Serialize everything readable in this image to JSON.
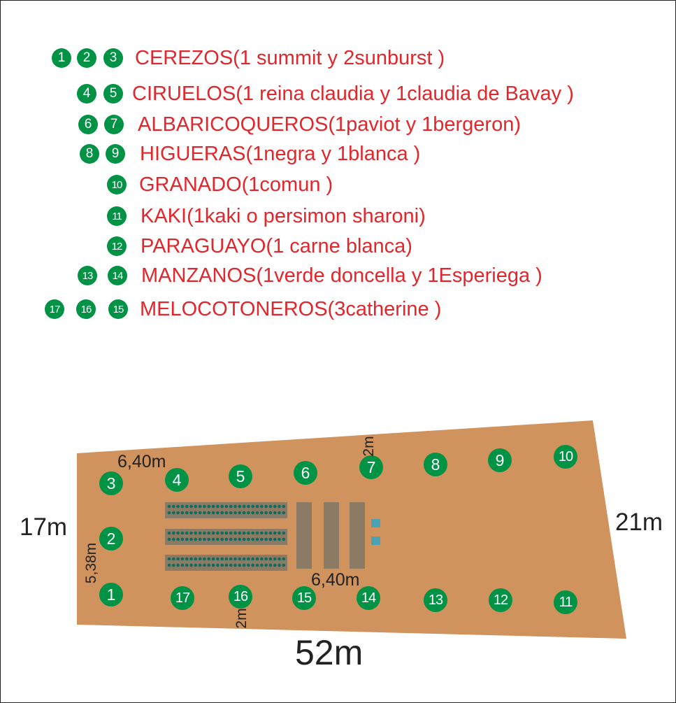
{
  "legend": [
    {
      "markers": [
        "1",
        "2",
        "3"
      ],
      "text": "CEREZOS(1 summit y 2sunburst )"
    },
    {
      "markers": [
        "4",
        "5"
      ],
      "text": "CIRUELOS(1 reina claudia y 1claudia de Bavay )"
    },
    {
      "markers": [
        "6",
        "7"
      ],
      "text": "ALBARICOQUEROS(1paviot y 1bergeron)"
    },
    {
      "markers": [
        "8",
        "9"
      ],
      "text": "HIGUERAS(1negra  y 1blanca )"
    },
    {
      "markers": [
        "10"
      ],
      "text": "GRANADO(1comun  )"
    },
    {
      "markers": [
        "11"
      ],
      "text": "KAKI(1kaki o persimon sharoni)"
    },
    {
      "markers": [
        "12"
      ],
      "text": "PARAGUAYO(1 carne blanca)"
    },
    {
      "markers": [
        "13",
        "14"
      ],
      "text": "MANZANOS(1verde doncella y 1Esperiega )"
    },
    {
      "markers": [
        "17",
        "16",
        "15"
      ],
      "text": "MELOCOTONEROS(3catherine )"
    }
  ],
  "plan": {
    "trees_top": [
      "3",
      "4",
      "5",
      "6",
      "7",
      "8",
      "9",
      "10"
    ],
    "trees_left": [
      "2",
      "1"
    ],
    "trees_bottom": [
      "17",
      "16",
      "15",
      "14",
      "13",
      "12",
      "11"
    ],
    "dimensions": {
      "top_spacing": "6,40m",
      "left_spacing": "5,38m",
      "middle_spacing": "6,40m",
      "top_offset": "2m",
      "bottom_offset": "2m",
      "left_side": "17m",
      "right_side": "21m",
      "length": "52m"
    }
  },
  "colors": {
    "ground": "#d0935e",
    "tree_marker": "#009245",
    "legend_text": "#e3262b",
    "bed": "#8b7b65",
    "dots": "#0f6b5e",
    "squares": "#4aa3b4"
  }
}
